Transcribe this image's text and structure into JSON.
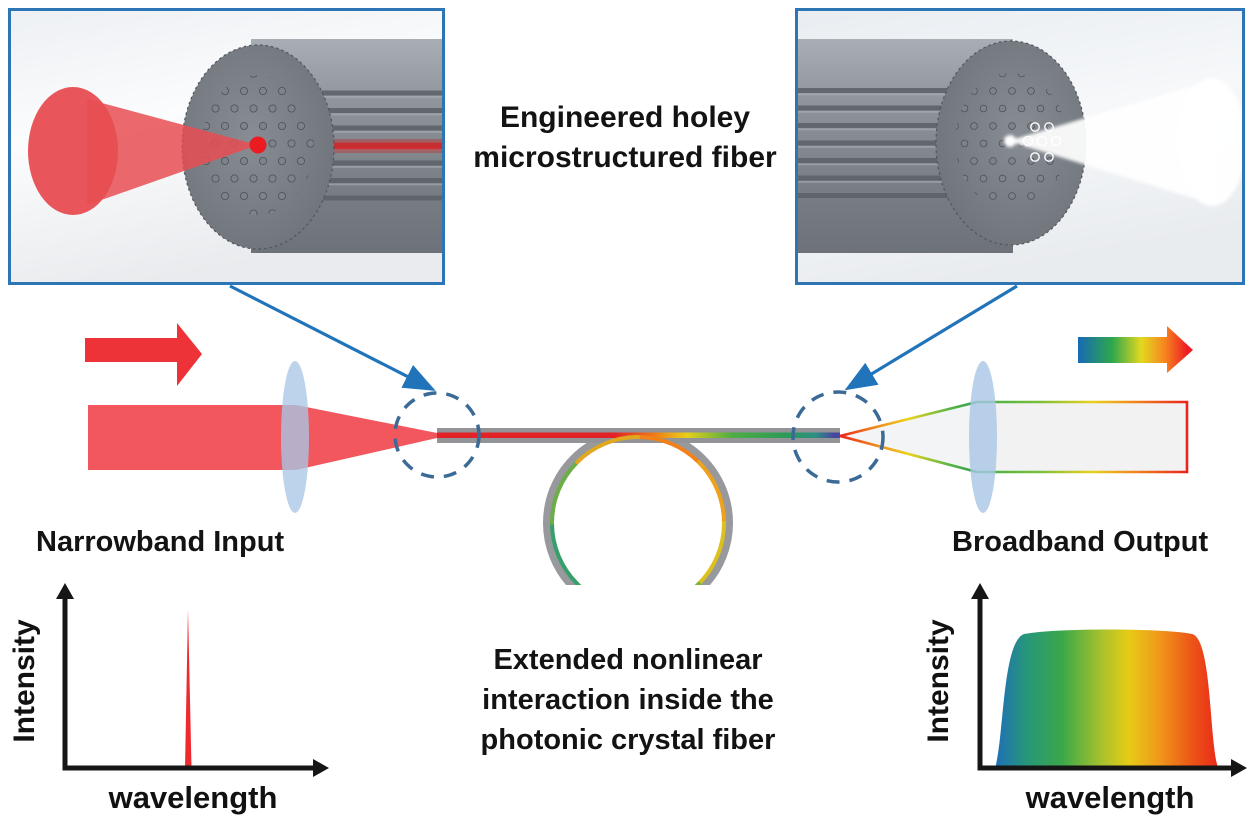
{
  "figure": {
    "top_caption": {
      "line1": "Engineered holey",
      "line2": "microstructured fiber"
    },
    "center_caption": {
      "line1": "Extended nonlinear",
      "line2": "interaction inside the",
      "line3": "photonic crystal fiber"
    },
    "input_label": "Narrowband Input",
    "output_label": "Broadband Output"
  },
  "plots": {
    "input": {
      "ylabel": "Intensity",
      "xlabel": "wavelength"
    },
    "output": {
      "ylabel": "Intensity",
      "xlabel": "wavelength"
    }
  },
  "chart_data": [
    {
      "type": "area",
      "title": "Narrowband Input",
      "xlabel": "wavelength",
      "ylabel": "Intensity",
      "axes_numeric": false,
      "grid": false,
      "series": [
        {
          "name": "input spectrum",
          "shape": "single narrow spike",
          "peak_x_fraction": 0.53,
          "peak_height_fraction": 0.95,
          "color": "#ee2a2e"
        }
      ]
    },
    {
      "type": "area",
      "title": "Broadband Output",
      "xlabel": "wavelength",
      "ylabel": "Intensity",
      "axes_numeric": false,
      "grid": false,
      "series": [
        {
          "name": "output spectrum",
          "shape": "flat-top broadband band",
          "x_start_fraction": 0.08,
          "x_end_fraction": 0.97,
          "top_height_fraction": 0.85,
          "gradient": [
            "#1e6fb8",
            "#27967b",
            "#3aa74a",
            "#a9c22c",
            "#e7cb16",
            "#f0961a",
            "#ed5a17",
            "#e92a18"
          ]
        }
      ]
    }
  ],
  "icons": {
    "input_arrow": "red-right-arrow",
    "output_arrow": "rainbow-gradient-right-arrow",
    "focus_lens": "convex-lens",
    "collimating_lens": "convex-lens",
    "fiber_loop": "coiled-fiber-loop",
    "zoom_circle_left": "dashed-circle-callout",
    "zoom_circle_right": "dashed-circle-callout"
  },
  "colors": {
    "inset_border": "#2e75b6",
    "callout_line": "#2173ba",
    "dashed_circle": "#3c6a96",
    "pump_red": "#ee3338",
    "lens_blue": "#a9c7e6",
    "fiber_gray": "#97999c",
    "text": "#111111",
    "spectrum_gradient": [
      "#1e6fb8",
      "#27967b",
      "#3aa74a",
      "#a9c22c",
      "#e7cb16",
      "#f0961a",
      "#ed5a17",
      "#e92a18"
    ]
  }
}
